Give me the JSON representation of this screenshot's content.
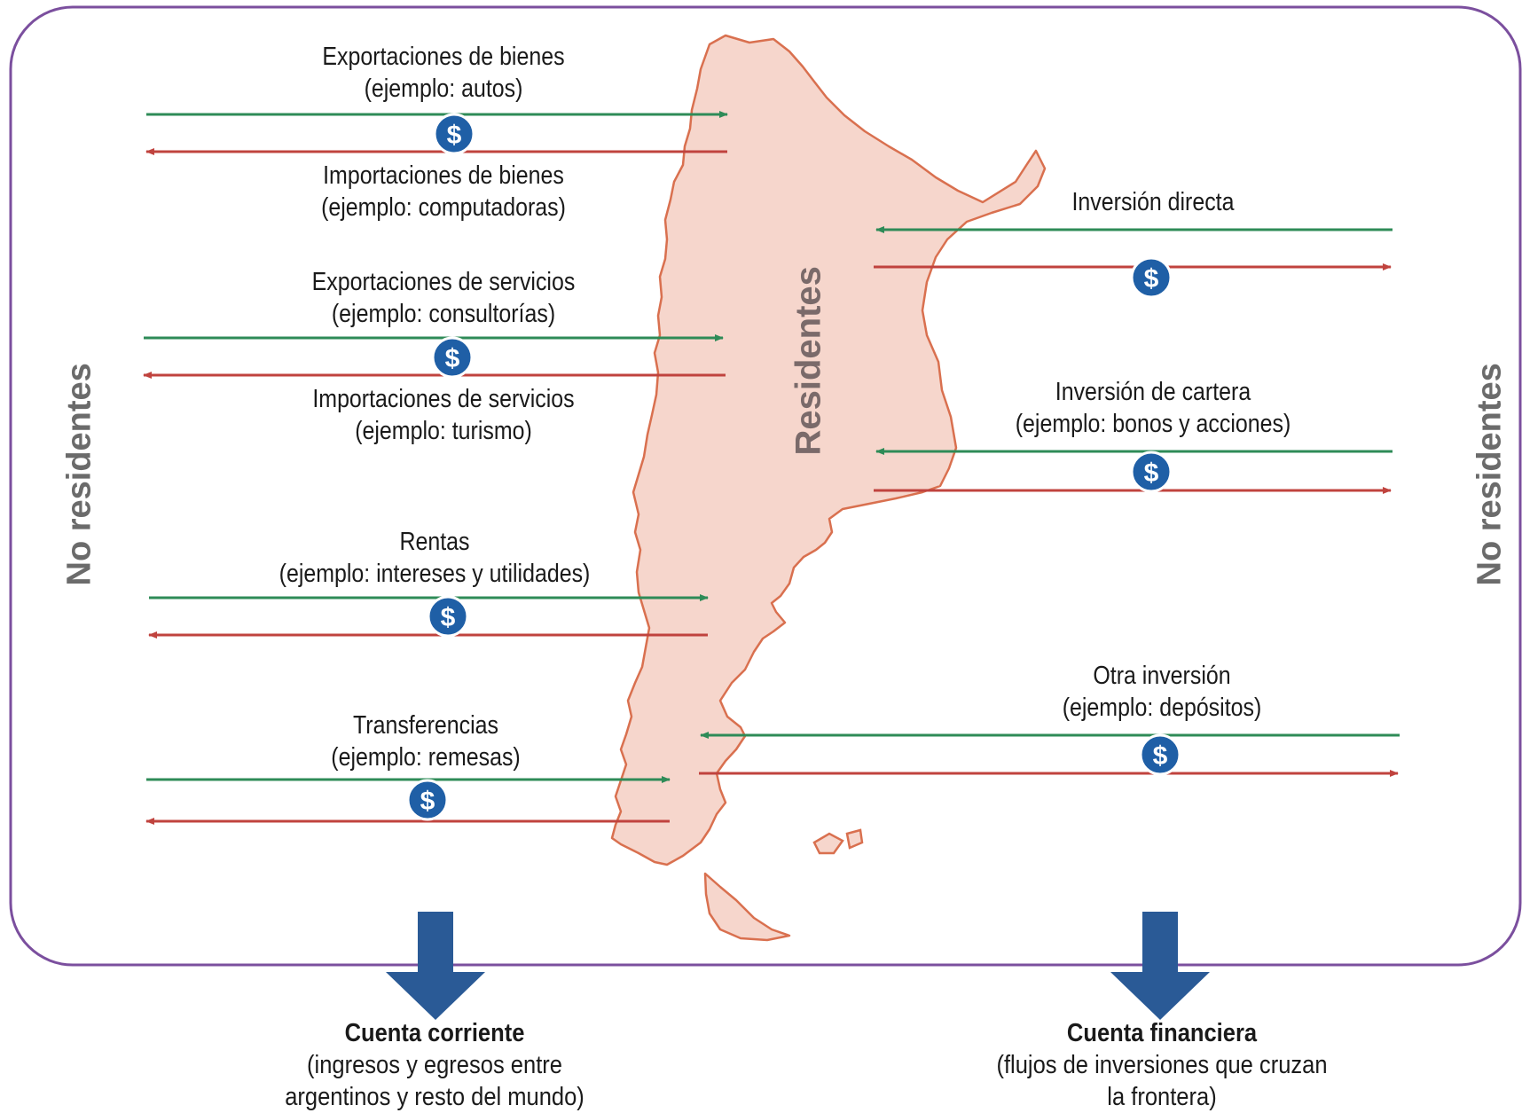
{
  "flows": {
    "exp_bienes": {
      "line1": "Exportaciones de bienes",
      "line2": "(ejemplo: autos)"
    },
    "imp_bienes": {
      "line1": "Importaciones de bienes",
      "line2": "(ejemplo: computadoras)"
    },
    "exp_servicios": {
      "line1": "Exportaciones de servicios",
      "line2": "(ejemplo: consultorías)"
    },
    "imp_servicios": {
      "line1": "Importaciones de servicios",
      "line2": "(ejemplo: turismo)"
    },
    "rentas": {
      "line1": "Rentas",
      "line2": "(ejemplo: intereses y utilidades)"
    },
    "transferencias": {
      "line1": "Transferencias",
      "line2": "(ejemplo: remesas)"
    },
    "inversion_directa": {
      "line1": "Inversión directa"
    },
    "inversion_cartera": {
      "line1": "Inversión de cartera",
      "line2": "(ejemplo: bonos y acciones)"
    },
    "otra_inversion": {
      "line1": "Otra inversión",
      "line2": "(ejemplo: depósitos)"
    }
  },
  "labels": {
    "no_residentes_left": "No residentes",
    "no_residentes_right": "No residentes",
    "residentes": "Residentes",
    "money_symbol": "$"
  },
  "accounts": {
    "corriente": {
      "title": "Cuenta corriente",
      "line1": "(ingresos y egresos entre",
      "line2": "argentinos y resto del mundo)"
    },
    "financiera": {
      "title": "Cuenta financiera",
      "line1": "(flujos de inversiones que cruzan",
      "line2": "la frontera)"
    }
  },
  "colors": {
    "inflow_arrow": "#2e8b57",
    "outflow_arrow": "#c0433e",
    "country_fill": "#f6d6cc",
    "country_stroke": "#d9704f",
    "frame": "#7b4f9e",
    "coin": "#1f5fa6",
    "account_arrow": "#2a5a96"
  },
  "icons": {
    "coin": "dollar-coin-icon",
    "account_arrow": "down-arrow-icon",
    "map": "argentina-map"
  }
}
